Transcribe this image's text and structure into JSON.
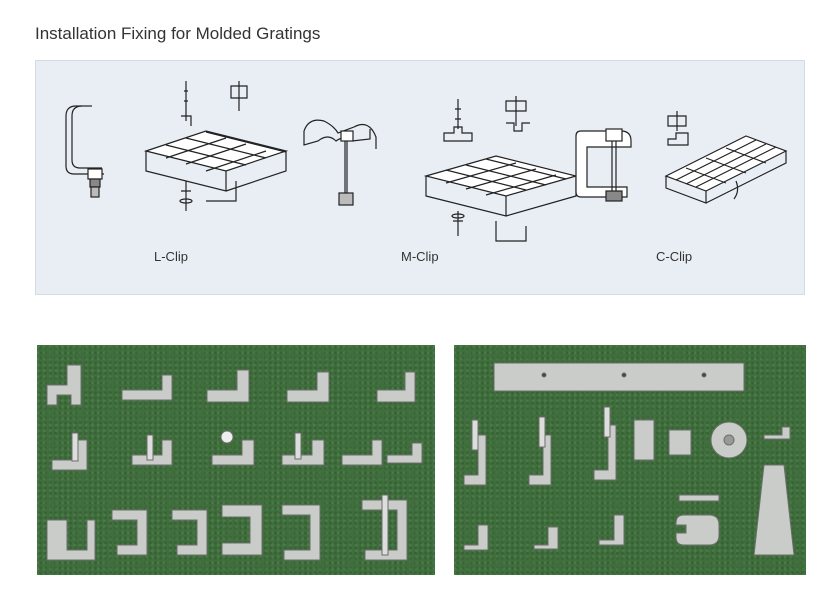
{
  "heading": "Installation Fixing for Molded Gratings",
  "clips": [
    {
      "label": "L-Clip"
    },
    {
      "label": "M-Clip"
    },
    {
      "label": "C-Clip"
    }
  ],
  "photos": {
    "left_subject": "photo of assorted L, M and C clips on green background",
    "right_subject": "photo of clips, channel bar and clamp parts on green background"
  },
  "colors": {
    "panel_bg": "#e9eef4",
    "photo_bg": "#3f6f3c",
    "metal": "#c9ccc9"
  }
}
